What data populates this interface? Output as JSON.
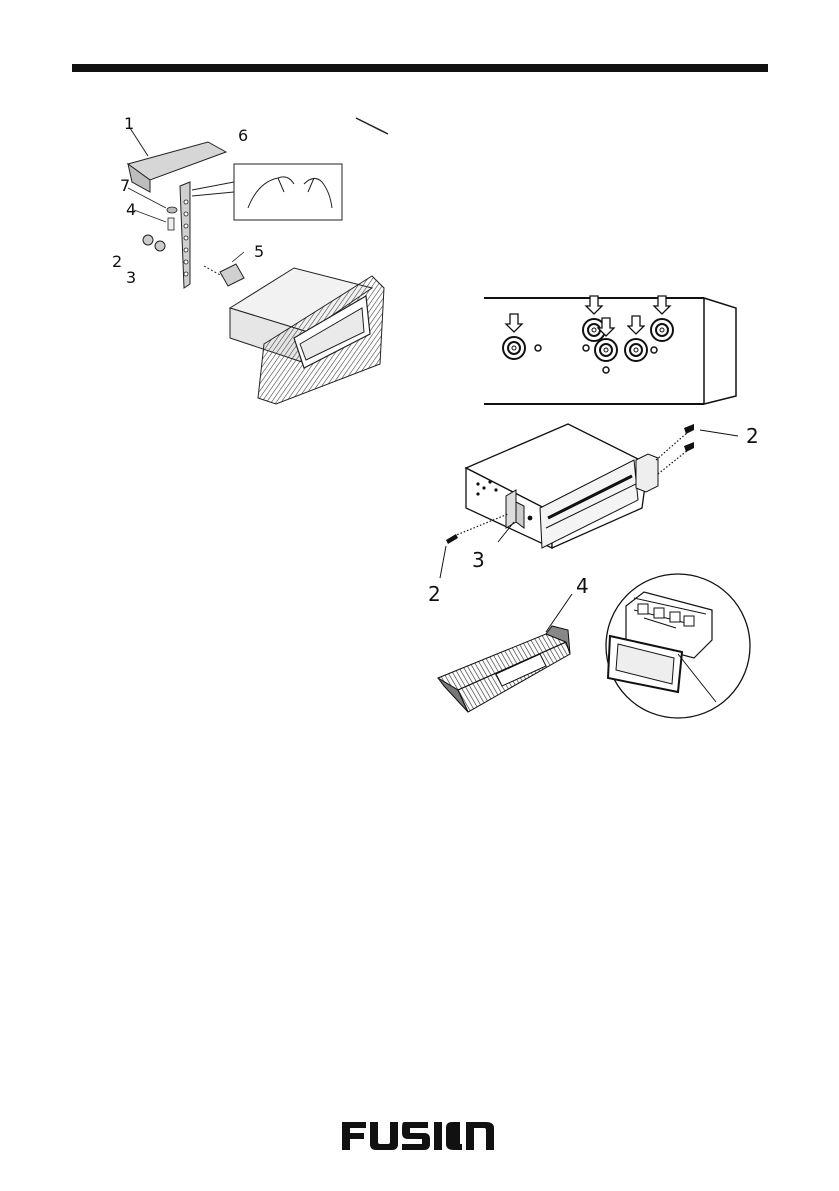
{
  "header_rule_color": "#111111",
  "fig_mount": {
    "labels": {
      "l1": "1",
      "l2": "2",
      "l3": "3",
      "l4": "4",
      "l5": "5",
      "l6": "6",
      "l7": "7"
    }
  },
  "fig_rear_panel": {
    "icons": [
      "down-arrow-icon",
      "rca-jack-icon"
    ]
  },
  "fig_unit_screws": {
    "labels": {
      "screw_right": "2",
      "screw_left": "2",
      "bracket": "3"
    }
  },
  "fig_trim": {
    "labels": {
      "trim": "4"
    }
  },
  "brand": {
    "logo_text": "FUSION"
  }
}
